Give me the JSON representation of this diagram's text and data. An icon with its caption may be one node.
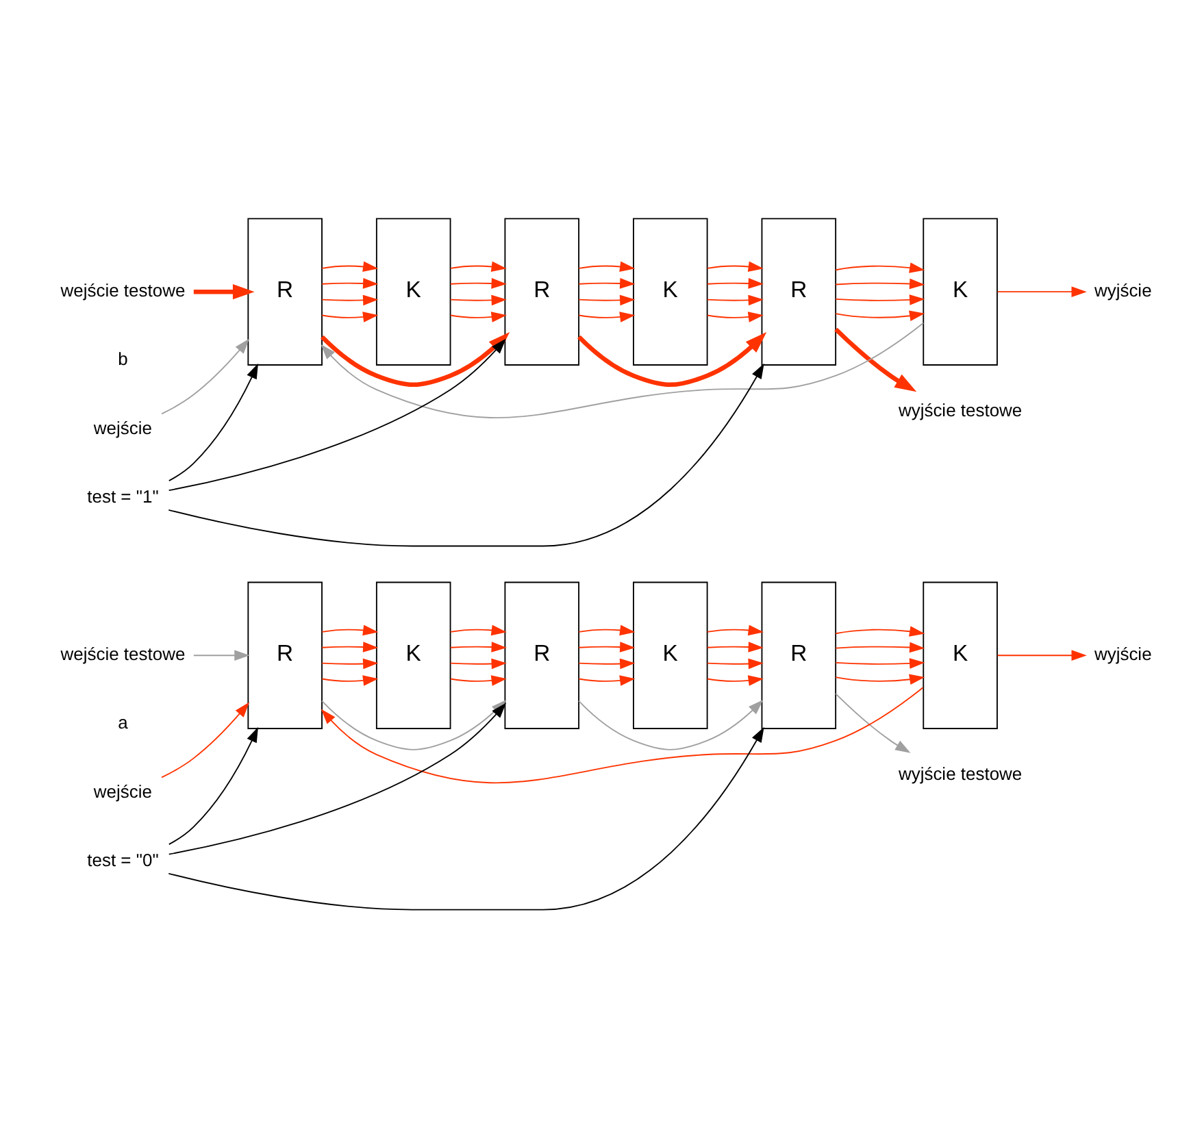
{
  "diagram": {
    "nodes": [
      {
        "text": [
          "wejście testowe"
        ]
      },
      {
        "text": [
          "wejście"
        ]
      },
      {
        "text": [
          "R"
        ]
      },
      {
        "text": [
          "K"
        ]
      },
      {
        "text": [
          "R"
        ]
      },
      {
        "text": [
          "K"
        ]
      },
      {
        "text": [
          "R"
        ]
      },
      {
        "text": [
          "K"
        ]
      },
      {
        "text": [
          "wyjście"
        ]
      },
      {
        "text": [
          "wyjście testowe"
        ]
      },
      {
        "text": [
          "test = \"0\""
        ]
      },
      {
        "text": [
          "wejście testowe"
        ]
      },
      {
        "text": [
          "wejście"
        ]
      },
      {
        "text": [
          "R"
        ]
      },
      {
        "text": [
          "K"
        ]
      },
      {
        "text": [
          "R"
        ]
      },
      {
        "text": [
          "K"
        ]
      },
      {
        "text": [
          "R"
        ]
      },
      {
        "text": [
          "K"
        ]
      },
      {
        "text": [
          "wyjście"
        ]
      },
      {
        "text": [
          "wyjście testowe"
        ]
      },
      {
        "text": [
          "test = \"1\""
        ]
      }
    ],
    "edges": [
      {
        "from": 0,
        "to": 2,
        "arrow": "to",
        "color": "#a0a0a0"
      },
      {
        "from": 1,
        "to": 2,
        "arrow": "to"
      },
      {
        "from": 2,
        "to": 3,
        "arrow": "to"
      },
      {
        "from": 2,
        "to": 3,
        "arrow": "to"
      },
      {
        "from": 2,
        "to": 3,
        "arrow": "to"
      },
      {
        "from": 2,
        "to": 3,
        "arrow": "to"
      },
      {
        "from": 3,
        "to": 4,
        "arrow": "to"
      },
      {
        "from": 3,
        "to": 4,
        "arrow": "to"
      },
      {
        "from": 3,
        "to": 4,
        "arrow": "to"
      },
      {
        "from": 3,
        "to": 4,
        "arrow": "to"
      },
      {
        "from": 4,
        "to": 5,
        "arrow": "to"
      },
      {
        "from": 4,
        "to": 5,
        "arrow": "to"
      },
      {
        "from": 4,
        "to": 5,
        "arrow": "to"
      },
      {
        "from": 4,
        "to": 5,
        "arrow": "to"
      },
      {
        "from": 5,
        "to": 6,
        "arrow": "to"
      },
      {
        "from": 5,
        "to": 6,
        "arrow": "to"
      },
      {
        "from": 5,
        "to": 6,
        "arrow": "to"
      },
      {
        "from": 5,
        "to": 6,
        "arrow": "to"
      },
      {
        "from": 6,
        "to": 7,
        "arrow": "to"
      },
      {
        "from": 6,
        "to": 7,
        "arrow": "to"
      },
      {
        "from": 6,
        "to": 7,
        "arrow": "to"
      },
      {
        "from": 6,
        "to": 7,
        "arrow": "to"
      },
      {
        "from": 7,
        "to": 8,
        "arrow": "to"
      },
      {
        "from": 7,
        "to": 2,
        "arrow": "to"
      },
      {
        "from": 2,
        "to": 4,
        "arrow": "to",
        "color": "#a0a0a0"
      },
      {
        "from": 4,
        "to": 6,
        "arrow": "to",
        "color": "#a0a0a0"
      },
      {
        "from": 6,
        "to": 9,
        "arrow": "to",
        "color": "#a0a0a0"
      },
      {
        "from": 10,
        "to": 2,
        "arrow": "to",
        "color": "#000000"
      },
      {
        "from": 10,
        "to": 4,
        "arrow": "to",
        "color": "#000000"
      },
      {
        "from": 10,
        "to": 6,
        "arrow": "to",
        "color": "#000000"
      },
      {
        "from": 11,
        "to": 13,
        "arrow": "to",
        "style": "thick"
      },
      {
        "from": 12,
        "to": 13,
        "arrow": "to",
        "color": "#a0a0a0"
      },
      {
        "from": 13,
        "to": 14,
        "arrow": "to"
      },
      {
        "from": 13,
        "to": 14,
        "arrow": "to"
      },
      {
        "from": 13,
        "to": 14,
        "arrow": "to"
      },
      {
        "from": 13,
        "to": 14,
        "arrow": "to"
      },
      {
        "from": 14,
        "to": 15,
        "arrow": "to"
      },
      {
        "from": 14,
        "to": 15,
        "arrow": "to"
      },
      {
        "from": 14,
        "to": 15,
        "arrow": "to"
      },
      {
        "from": 14,
        "to": 15,
        "arrow": "to"
      },
      {
        "from": 15,
        "to": 16,
        "arrow": "to"
      },
      {
        "from": 15,
        "to": 16,
        "arrow": "to"
      },
      {
        "from": 15,
        "to": 16,
        "arrow": "to"
      },
      {
        "from": 15,
        "to": 16,
        "arrow": "to"
      },
      {
        "from": 16,
        "to": 17,
        "arrow": "to"
      },
      {
        "from": 16,
        "to": 17,
        "arrow": "to"
      },
      {
        "from": 16,
        "to": 17,
        "arrow": "to"
      },
      {
        "from": 16,
        "to": 17,
        "arrow": "to"
      },
      {
        "from": 17,
        "to": 18,
        "arrow": "to"
      },
      {
        "from": 17,
        "to": 18,
        "arrow": "to"
      },
      {
        "from": 17,
        "to": 18,
        "arrow": "to"
      },
      {
        "from": 17,
        "to": 18,
        "arrow": "to"
      },
      {
        "from": 18,
        "to": 19,
        "arrow": "to"
      },
      {
        "from": 18,
        "to": 13,
        "arrow": "to",
        "color": "#a0a0a0"
      },
      {
        "from": 13,
        "to": 15,
        "arrow": "to",
        "style": "thick"
      },
      {
        "from": 15,
        "to": 17,
        "arrow": "to",
        "style": "thick"
      },
      {
        "from": 17,
        "to": 20,
        "arrow": "to",
        "style": "thick"
      },
      {
        "from": 21,
        "to": 13,
        "arrow": "to",
        "color": "#000000"
      },
      {
        "from": 21,
        "to": 15,
        "arrow": "to",
        "color": "#000000"
      },
      {
        "from": 21,
        "to": 17,
        "arrow": "to",
        "color": "#000000"
      }
    ],
    "labels": [
      "a",
      "b"
    ]
  }
}
